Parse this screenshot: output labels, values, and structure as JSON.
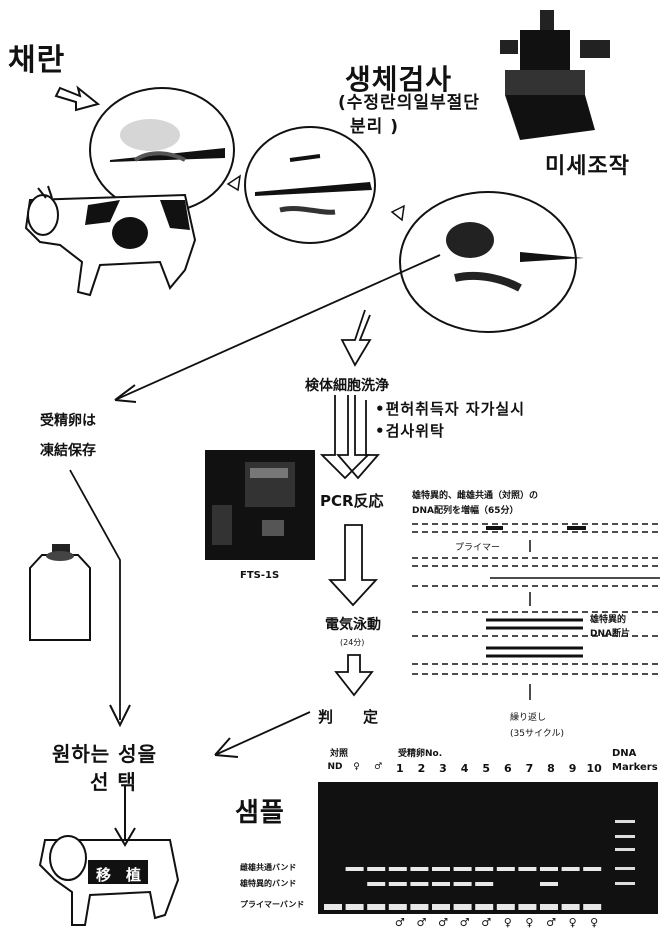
{
  "labels": {
    "oocyte_collection": "채란",
    "biopsy_title": "생체검사",
    "biopsy_sub_1": "(수정란의일부절단",
    "biopsy_sub_2": "분리 )",
    "micromanipulation": "미세조작",
    "sample_wash": "検体細胞洗浄",
    "kit_note_1": "•편허취득자 자가실시",
    "kit_note_2": "•검사위탁",
    "embryo_freeze_1": "受精卵は",
    "embryo_freeze_2": "凍結保存",
    "machine_name": "FTS-1S",
    "pcr": "PCR反応",
    "pcr_desc_1": "雄特異的、雌雄共通（対照）の",
    "pcr_desc_2": "DNA配列を増幅（65分）",
    "primer": "プライマー",
    "male_specific_dna_1": "雄特異的",
    "male_specific_dna_2": "DNA断片",
    "repeat_1": "繰り返し",
    "repeat_2": "(35サイクル)",
    "electrophoresis": "電気泳動",
    "electrophoresis_time": "(24分)",
    "judgement": "判　　定",
    "select_sex_1": "원하는 성을",
    "select_sex_2": "선 택",
    "transfer": "移　植",
    "sample": "샘플"
  },
  "gel": {
    "control_header": "対照",
    "embryo_header": "受精卵No.",
    "dna_markers_1": "DNA",
    "dna_markers_2": "Markers",
    "control_lanes": [
      "ND",
      "♀",
      "♂"
    ],
    "embryo_lanes": [
      "1",
      "2",
      "3",
      "4",
      "5",
      "6",
      "7",
      "8",
      "9",
      "10"
    ],
    "band_labels": [
      "雌雄共通バンド",
      "雄特異的バンド",
      "プライマーバンド"
    ],
    "results": [
      "♂",
      "♂",
      "♂",
      "♂",
      "♂",
      "♀",
      "♀",
      "♂",
      "♀",
      "♀"
    ]
  }
}
